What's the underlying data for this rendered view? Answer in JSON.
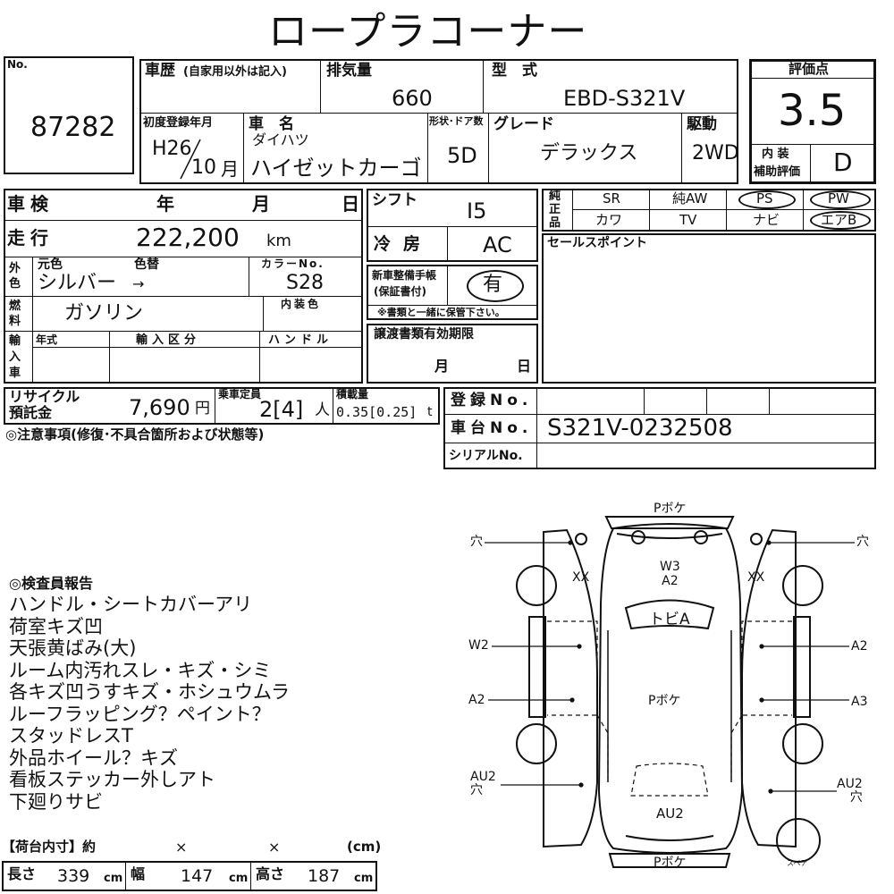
{
  "title": "ロープラコーナー",
  "lot": {
    "label": "No.",
    "value": "87282"
  },
  "history": {
    "label": "車歴",
    "note": "(自家用以外は記入)"
  },
  "displacement": {
    "label": "排気量",
    "value": "660"
  },
  "model": {
    "label": "型　式",
    "value": "EBD-S321V"
  },
  "score": {
    "label": "評価点",
    "value": "3.5",
    "interior_label_1": "内 装",
    "interior_label_2": "補助評価",
    "interior_value": "D"
  },
  "first_reg": {
    "label": "初度登録年月",
    "year": "H26",
    "month": "10",
    "month_unit": "月"
  },
  "car_name": {
    "label": "車　名",
    "maker": "ダイハツ",
    "name": "ハイゼットカーゴ"
  },
  "doors": {
    "label": "形状･ドア数",
    "value": "5D"
  },
  "grade": {
    "label": "グレード",
    "value": "デラックス"
  },
  "drive": {
    "label": "駆動",
    "value": "2WD"
  },
  "inspection": {
    "label": "車検",
    "year": "年",
    "month": "月",
    "day": "日"
  },
  "mileage": {
    "label": "走行",
    "value": "222,200",
    "unit": "km"
  },
  "color": {
    "side": "外色",
    "original": "元色",
    "change": "色替",
    "original_value": "シルバー",
    "arrow": "→",
    "code_label": "カラーNo.",
    "code_value": "S28",
    "interior_label": "内装色"
  },
  "fuel": {
    "side": "燃料",
    "value": "ガソリン"
  },
  "import": {
    "side": "輸入車",
    "year_label": "年式",
    "class_label": "輸入区分",
    "handle_label": "ハンドル"
  },
  "shift": {
    "label": "シフト",
    "value": "I5"
  },
  "aircon": {
    "label": "冷房",
    "value": "AC"
  },
  "manual": {
    "label_1": "新車整備手帳",
    "label_2": "(保証書付)",
    "value": "有",
    "note": "※書類と一緒に保管下さい。"
  },
  "transfer": {
    "label": "譲渡書類有効期限",
    "month": "月",
    "day": "日"
  },
  "options": {
    "side": "純正品",
    "row1": [
      "SR",
      "純AW",
      "PS",
      "PW"
    ],
    "row2": [
      "カワ",
      "TV",
      "ナビ",
      "エアB"
    ]
  },
  "sales_point": {
    "label": "セールスポイント"
  },
  "recycle": {
    "label_1": "リサイクル",
    "label_2": "預託金",
    "value": "7,690",
    "unit": "円"
  },
  "capacity": {
    "label": "乗車定員",
    "value": "2[4]",
    "unit": "人"
  },
  "load": {
    "label": "積載量",
    "value": "0.35[0.25]",
    "unit": "t"
  },
  "caution": {
    "label": "◎注意事項(修復･不具合箇所および状態等)"
  },
  "registration": {
    "label": "登録No."
  },
  "chassis": {
    "label": "車台No.",
    "value": "S321V-0232508"
  },
  "serial": {
    "label": "シリアルNo."
  },
  "report": {
    "label": "◎検査員報告",
    "lines": [
      "ハンドル・シートカバーアリ",
      "荷室キズ凹",
      "天張黄ばみ(大)",
      "ルーム内汚れスレ・キズ・シミ",
      "各キズ凹うすキズ・ホシュウムラ",
      "ルーフラッピング？ペイント？",
      "スタッドレスT",
      "外品ホイール？キズ",
      "看板ステッカー外しアト",
      "下廻りサビ"
    ]
  },
  "cargo": {
    "label": "【荷台内寸】約",
    "x1": "×",
    "x2": "×",
    "unit_label": "(cm)",
    "length_label": "長さ",
    "length": "339",
    "width_label": "幅",
    "width": "147",
    "height_label": "高さ",
    "height": "187",
    "cm": "cm"
  },
  "diagram": {
    "front": "Pボケ",
    "rear": "Pボケ",
    "hood": "W3\nA2",
    "roof": "Pボケ",
    "windshield": "トビA",
    "rear_bumper": "AU2",
    "left_hole": "穴",
    "right_hole": "穴",
    "left_wheel": "XX",
    "right_wheel": "XX",
    "left_door_front": "W2",
    "left_door_rear": "A2",
    "left_rear": "AU2\n穴",
    "right_door_front": "A2",
    "right_door_rear": "A3",
    "right_rear": "AU2\n穴",
    "spare": "スペア"
  }
}
